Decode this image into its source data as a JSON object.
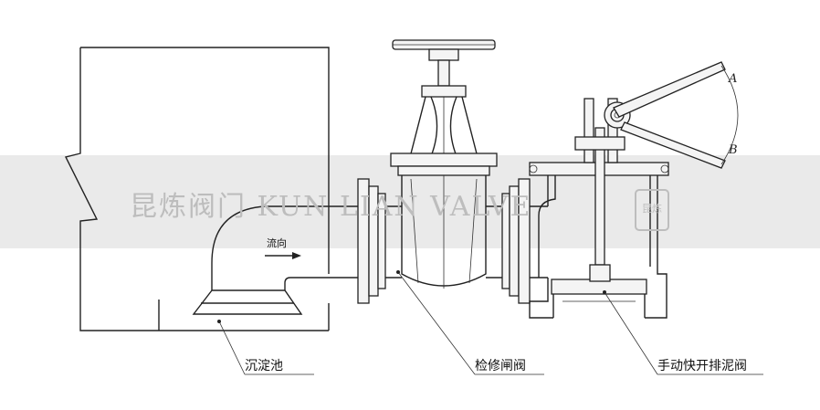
{
  "labels": {
    "tank": "沉淀池",
    "gate_valve": "检修闸阀",
    "drain_valve": "手动快开排泥阀",
    "flow": "流向",
    "pos_a": "A",
    "pos_b": "B"
  },
  "watermark": {
    "text": "昆炼阀门 KUN LIAN VALVE",
    "seal": "昆炼"
  },
  "colors": {
    "line": "#222222",
    "band": "#e6e6e6",
    "watermark": "#bdbdbd"
  }
}
